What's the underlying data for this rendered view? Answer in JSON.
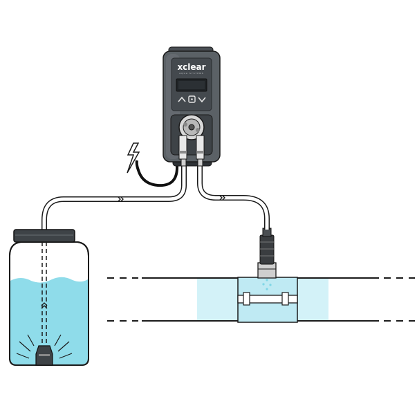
{
  "pump": {
    "brand": "xclear",
    "brand_sub": "AQUA SYSTEMS",
    "buttons": [
      "up",
      "ok",
      "down"
    ],
    "display": ""
  },
  "icons": {
    "power": "lightning-bolt-icon",
    "up": "chevron-up-icon",
    "ok": "square-button-icon",
    "down": "chevron-down-icon",
    "flow_arrows": "double-chevron-icon"
  },
  "colors": {
    "water": "#8fdcea",
    "water_light": "#d3f2f8",
    "pump_body": "#5b6166",
    "pump_body_dark": "#3e4347",
    "outline": "#1a1a1a",
    "tube": "#ffffff"
  }
}
